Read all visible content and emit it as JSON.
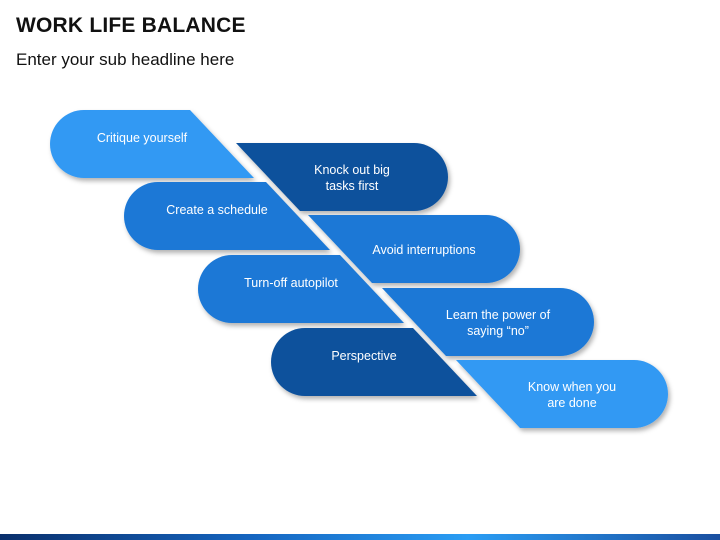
{
  "header": {
    "title": "WORK LIFE BALANCE",
    "subtitle": "Enter your sub headline here"
  },
  "colors": {
    "light": "#3399f3",
    "mid": "#1a78d6",
    "dark": "#0c519c"
  },
  "steps": [
    {
      "lines": [
        "Critique yourself"
      ],
      "color": "light"
    },
    {
      "lines": [
        "Knock out big",
        "tasks first"
      ],
      "color": "dark"
    },
    {
      "lines": [
        "Create a schedule"
      ],
      "color": "mid"
    },
    {
      "lines": [
        "Avoid interruptions"
      ],
      "color": "mid"
    },
    {
      "lines": [
        "Turn-off autopilot"
      ],
      "color": "mid"
    },
    {
      "lines": [
        "Learn the power of",
        "saying “no”"
      ],
      "color": "mid"
    },
    {
      "lines": [
        "Perspective"
      ],
      "color": "dark"
    },
    {
      "lines": [
        "Know when you",
        "are done"
      ],
      "color": "light"
    }
  ]
}
